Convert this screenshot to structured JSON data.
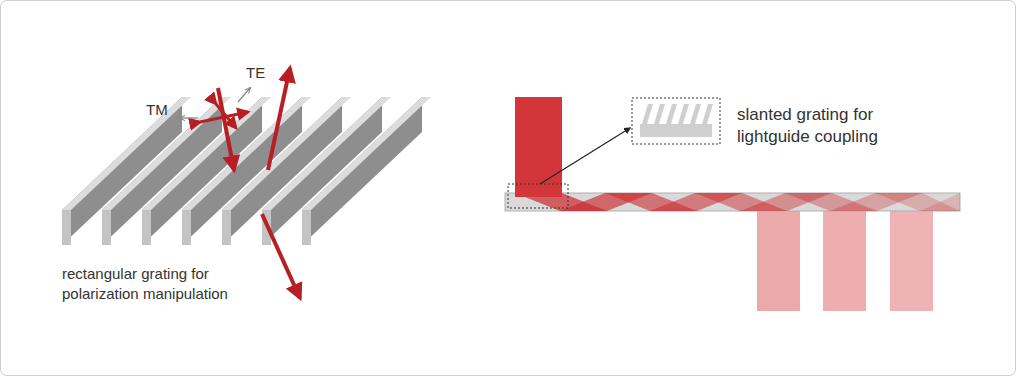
{
  "diagram": {
    "labels": [
      "TM",
      "TE",
      "rectangular grating for polarization manipulation",
      "slanted grating for lightguide coupling"
    ]
  }
}
